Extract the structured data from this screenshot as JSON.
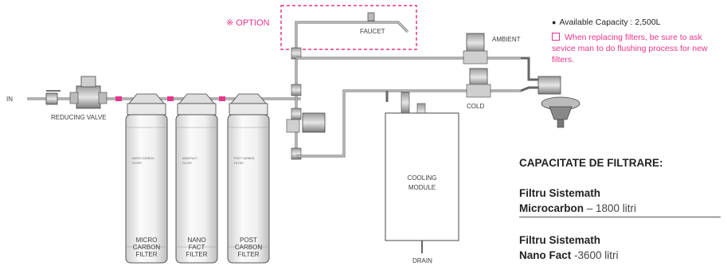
{
  "option_label": "※ OPTION",
  "faucet_label": "FAUCET",
  "ambient_label": "AMBIENT",
  "cold_label": "COLD",
  "in_label": "IN",
  "reducing_valve_label": "REDUCING VALVE",
  "drain_label": "DRAIN",
  "cooling_module": {
    "line1": "COOLING",
    "line2": "MODULE"
  },
  "filters": [
    {
      "name_lines": [
        "MICRO",
        "CARBON",
        "FILTER"
      ],
      "body_text_lines": [
        "MICRO CARBON",
        "FILTER"
      ]
    },
    {
      "name_lines": [
        "NANO",
        "FACT",
        "FILTER"
      ],
      "body_text_lines": [
        "NANOFACT",
        "FILTER"
      ]
    },
    {
      "name_lines": [
        "POST",
        "CARBON",
        "FILTER"
      ],
      "body_text_lines": [
        "POST CARBON",
        "FILTER"
      ]
    }
  ],
  "available_capacity": "Available Capacity : 2,500L",
  "replace_note": "When replacing filters, be sure to ask sevice man to do flushing process for new filters.",
  "capacitate_heading": "CAPACITATE DE FILTRARE:",
  "capacities": [
    {
      "line1": "Filtru Sistemath",
      "bold2": "Microcarbon",
      "value": " – 1800 litri"
    },
    {
      "line1": "Filtru Sistemath",
      "bold2": "Nano Fact",
      "value": " -3600 litri"
    }
  ],
  "colors": {
    "accent_pink": "#e8348a",
    "line": "#555555",
    "filter_body": "#f4f4f4"
  }
}
